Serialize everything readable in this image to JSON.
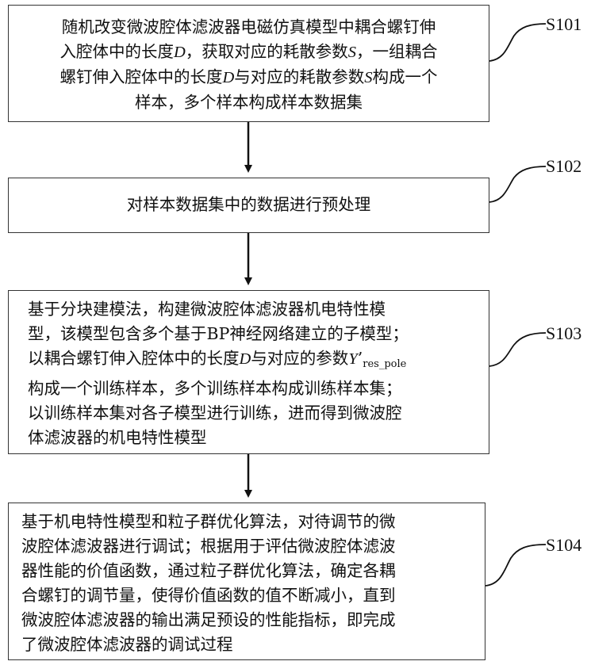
{
  "steps": [
    {
      "id": "S101",
      "lines": [
        "随机改变微波腔体滤波器电磁仿真模型中耦合螺钉伸",
        "入腔体中的长度D，获取对应的耗散参数S，一组耦合",
        "螺钉伸入腔体中的长度D与对应的耗散参数S构成一个",
        "样本，多个样本构成样本数据集"
      ]
    },
    {
      "id": "S102",
      "lines": [
        "对样本数据集中的数据进行预处理"
      ]
    },
    {
      "id": "S103",
      "lines": [
        "基于分块建模法，构建微波腔体滤波器机电特性模",
        "型，该模型包含多个基于BP神经网络建立的子模型；",
        "以耦合螺钉伸入腔体中的长度D与对应的参数Y’res_pole",
        "构成一个训练样本，多个训练样本构成训练样本集；",
        "以训练样本集对各子模型进行训练，进而得到微波腔",
        "体滤波器的机电特性模型"
      ]
    },
    {
      "id": "S104",
      "lines": [
        "基于机电特性模型和粒子群优化算法，对待调节的微",
        "波腔体滤波器进行调试；根据用于评估微波腔体滤波",
        "器性能的价值函数，通过粒子群优化算法，确定各耦",
        "合螺钉的调节量，使得价值函数的值不断减小，直到",
        "微波腔体滤波器的输出满足预设的性能指标，即完成",
        "了微波腔体滤波器的调试过程"
      ]
    }
  ]
}
